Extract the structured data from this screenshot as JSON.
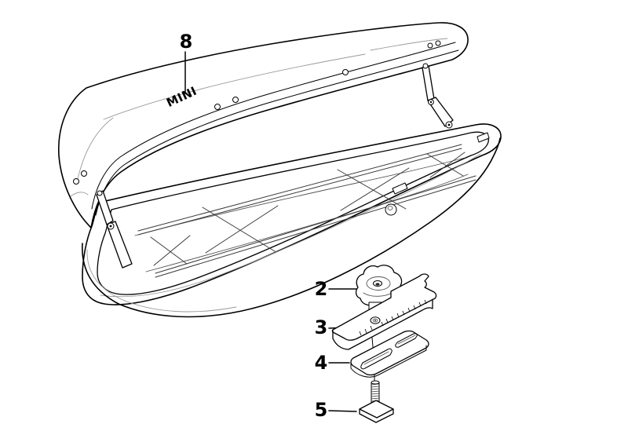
{
  "diagram": {
    "background_color": "#ffffff",
    "line_color": "#000000",
    "detail_line_color": "#9a9a9a",
    "brand_label": "MINI",
    "callouts": [
      {
        "label": "8",
        "part": "cargo-box-lid"
      },
      {
        "label": "2",
        "part": "clamp-knob"
      },
      {
        "label": "3",
        "part": "serrated-clamp-bracket"
      },
      {
        "label": "4",
        "part": "slotted-mounting-plate"
      },
      {
        "label": "5",
        "part": "t-slot-bolt"
      }
    ]
  }
}
